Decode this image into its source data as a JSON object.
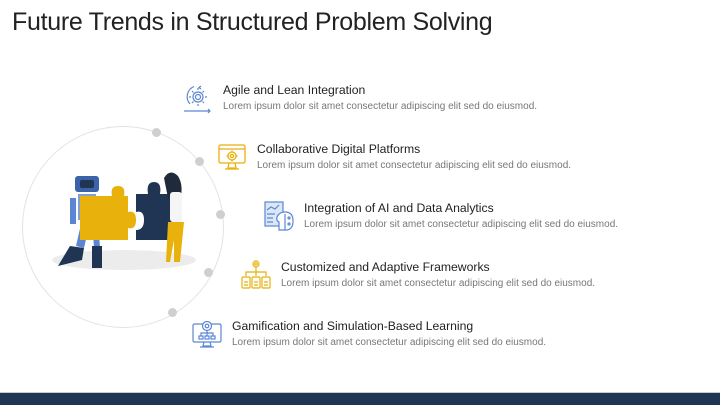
{
  "slide": {
    "title": "Future Trends in Structured Problem Solving",
    "accent_color": "#e8b10c",
    "navy_color": "#1f3553",
    "blue_icon_color": "#5a86d4"
  },
  "items": [
    {
      "title": "Agile and Lean Integration",
      "desc": "Lorem ipsum dolor sit amet consectetur adipiscing elit sed do eiusmod.",
      "icon": "agile-cycle-gear-icon"
    },
    {
      "title": "Collaborative Digital Platforms",
      "desc": "Lorem ipsum dolor sit amet consectetur adipiscing elit sed do eiusmod.",
      "icon": "monitor-gear-icon"
    },
    {
      "title": "Integration of AI and Data Analytics",
      "desc": "Lorem ipsum dolor sit amet consectetur adipiscing elit sed do eiusmod.",
      "icon": "ai-analytics-icon"
    },
    {
      "title": "Customized and Adaptive Frameworks",
      "desc": "Lorem ipsum dolor sit amet consectetur adipiscing elit sed do eiusmod.",
      "icon": "framework-hierarchy-icon"
    },
    {
      "title": "Gamification and Simulation-Based Learning",
      "desc": "Lorem ipsum dolor sit amet consectetur adipiscing elit sed do eiusmod.",
      "icon": "simulation-monitor-icon"
    }
  ]
}
